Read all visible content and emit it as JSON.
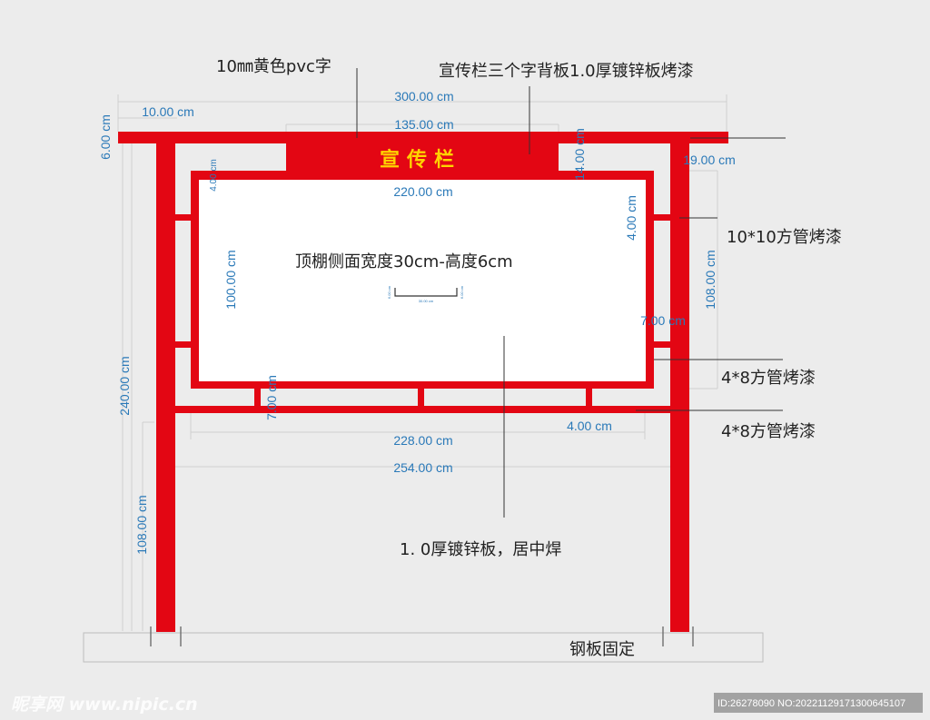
{
  "signboard_title": "宣传栏",
  "dimensions": {
    "overall_width": "300.00 cm",
    "header_width": "135.00 cm",
    "roof_height": "6.00 cm",
    "post_offset": "10.00 cm",
    "header_height": "14.00 cm",
    "post_inset": "19.00 cm",
    "frame_top_left": "4.00 cm",
    "panel_width": "220.00 cm",
    "frame_right_gap": "4.00 cm",
    "panel_height": "100.00 cm",
    "side_height": "108.00 cm",
    "right_gap": "7.00 cm",
    "bottom_left_gap": "7.00 cm",
    "bottom_right_gap": "4.00 cm",
    "frame_width": "228.00 cm",
    "post_span": "254.00 cm",
    "total_height": "240.00 cm",
    "leg_height": "108.00 cm",
    "section_width": "30.00 cm",
    "section_height": "6.00 cm"
  },
  "annotations": {
    "yellow_text": "10㎜黄色pvc字",
    "header_panel": "宣传栏三个字背板1.0厚镀锌板烤漆",
    "square_tube_10": "10*10方管烤漆",
    "square_tube_48_a": "4*8方管烤漆",
    "square_tube_48_b": "4*8方管烤漆",
    "roof_section": "顶棚侧面宽度30cm-高度6cm",
    "galvanized_plate": "1. 0厚镀锌板，居中焊",
    "steel_plate": "钢板固定"
  },
  "watermark": {
    "left": "昵享网 www.nipic.cn",
    "right": "ID:26278090 NO:20221129171300645107"
  },
  "colors": {
    "frame": "#e30613",
    "title_text": "#ffd400",
    "dimension_text": "#2a79b8",
    "background": "#ececec",
    "panel": "#ffffff"
  }
}
